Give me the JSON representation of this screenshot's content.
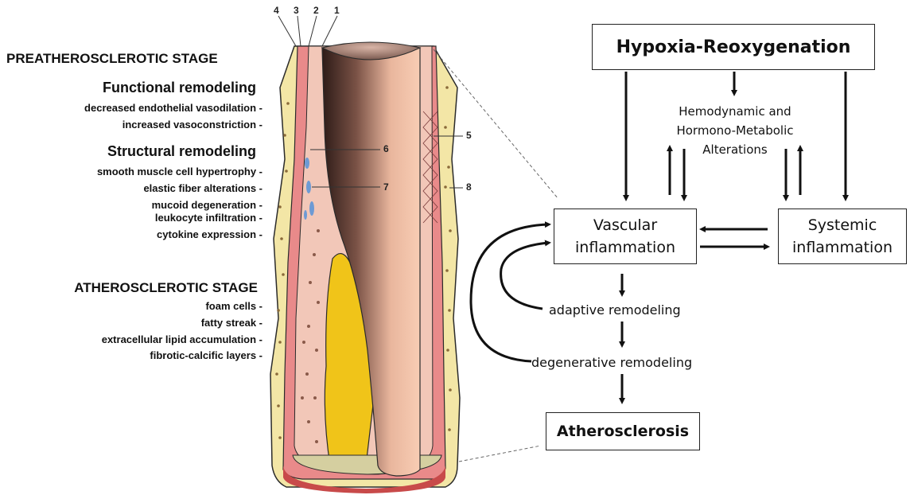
{
  "layers": {
    "l4": "4",
    "l3": "3",
    "l2": "2",
    "l1": "1",
    "l5": "5",
    "l6": "6",
    "l7": "7",
    "l8": "8"
  },
  "left_panel": {
    "pre_title": "PREATHEROSCLEROTIC STAGE",
    "functional_title": "Functional remodeling",
    "functional_items": [
      "decreased endothelial vasodilation -",
      "increased vasoconstriction -"
    ],
    "structural_title": "Structural remodeling",
    "structural_items": [
      "smooth muscle cell hypertrophy -",
      "elastic fiber alterations -",
      "mucoid degeneration -",
      "leukocyte infiltration -",
      "cytokine expression -"
    ],
    "athero_title": "ATHEROSCLEROTIC STAGE",
    "athero_items": [
      "foam cells -",
      "fatty streak -",
      "extracellular lipid accumulation -",
      "fibrotic-calcific layers -"
    ]
  },
  "flow": {
    "hypoxia": "Hypoxia-Reoxygenation",
    "hemo_line1": "Hemodynamic and",
    "hemo_line2": "Hormono-Metabolic",
    "hemo_line3": "Alterations",
    "vascular_line1": "Vascular",
    "vascular_line2": "inflammation",
    "systemic_line1": "Systemic",
    "systemic_line2": "inflammation",
    "adaptive": "adaptive remodeling",
    "degenerative": "degenerative remodeling",
    "athero": "Atherosclerosis"
  },
  "colors": {
    "adventitia": "#f3e6a6",
    "media": "#e98a8a",
    "intima": "#f2c7b8",
    "plaque": "#f0c419",
    "lumen_dark": "#5a3a32",
    "lumen_light": "#f6c6ad"
  }
}
